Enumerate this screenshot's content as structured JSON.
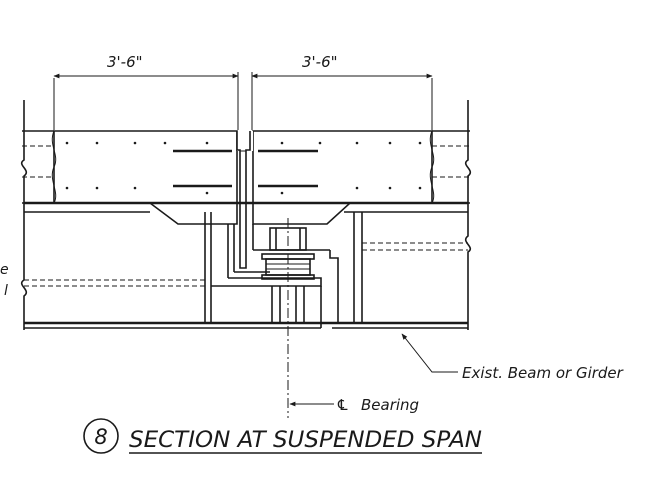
{
  "drawing": {
    "dimensions": {
      "left": "3'-6\"",
      "right": "3'-6\""
    },
    "labels": {
      "beam": "Exist. Beam or Girder",
      "bearing": "Bearing",
      "centerline_symbol": "℄",
      "cut_top": "e",
      "cut_bottom": "l"
    },
    "title": {
      "number": "8",
      "text": "SECTION AT SUSPENDED SPAN"
    }
  }
}
